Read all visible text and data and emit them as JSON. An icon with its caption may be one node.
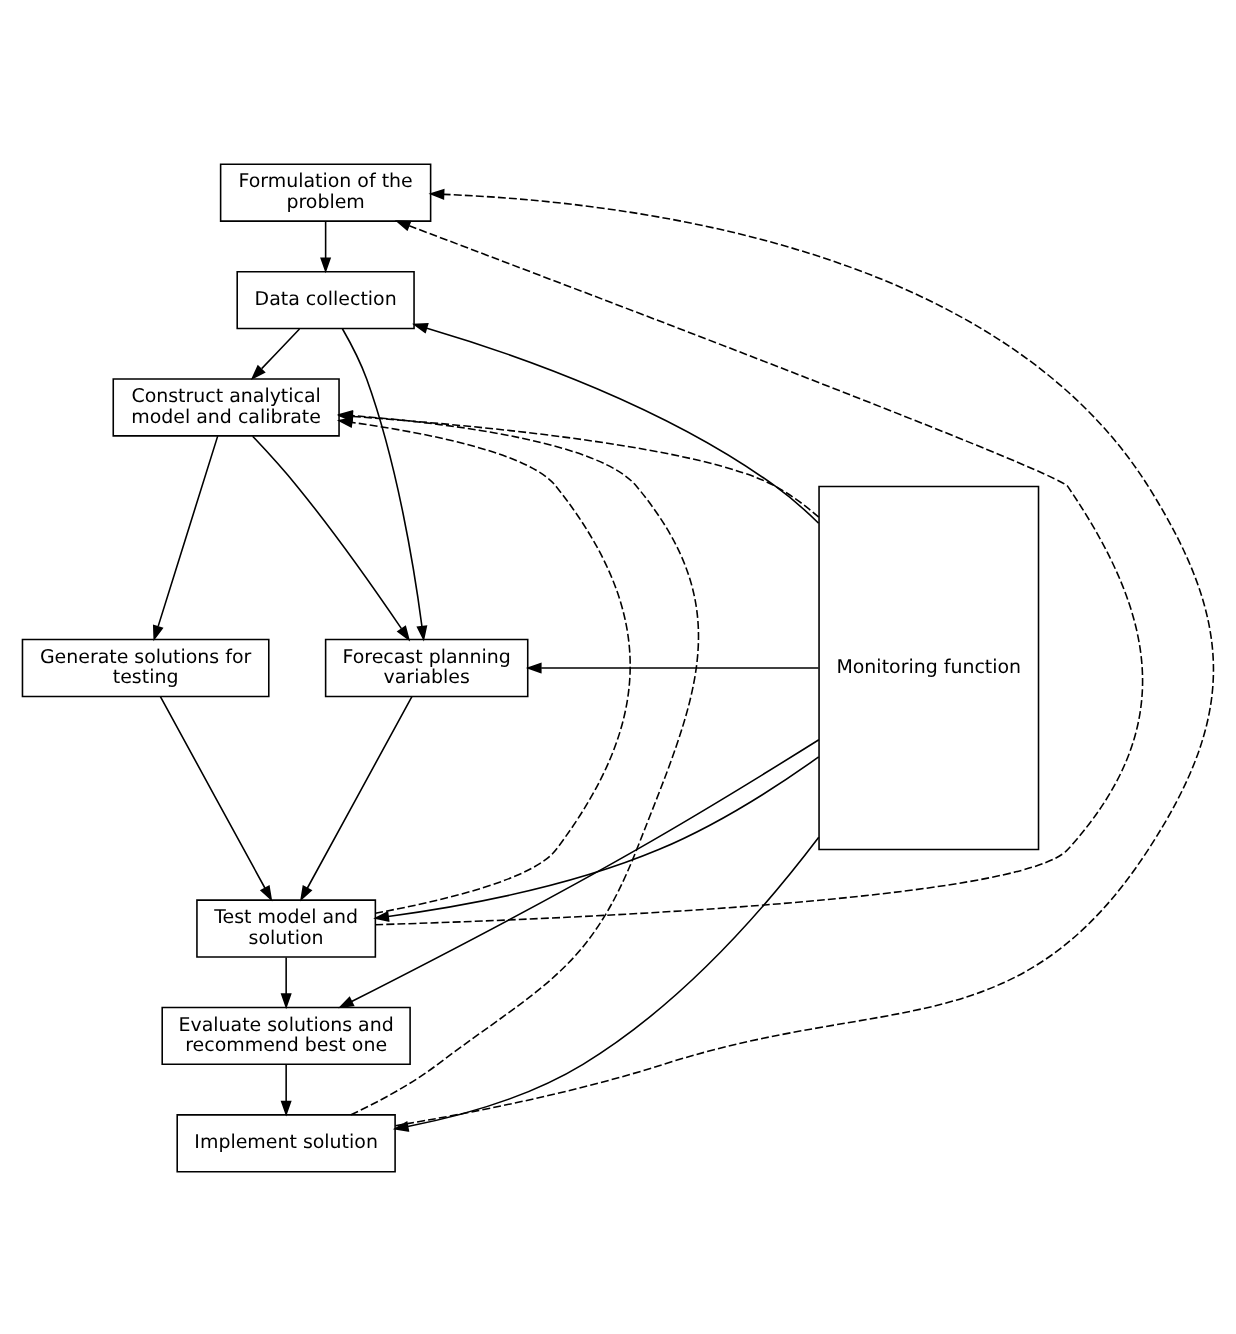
{
  "diagram": {
    "nodes": [
      {
        "text": [
          "Formulation of the problem"
        ]
      },
      {
        "text": [
          "Data collection"
        ]
      },
      {
        "text": [
          "Construct analytical model and calibrate"
        ]
      },
      {
        "text": [
          "Generate solutions for testing"
        ]
      },
      {
        "text": [
          "Forecast planning variables"
        ]
      },
      {
        "text": [
          "Test model and solution"
        ]
      },
      {
        "text": [
          "Evaluate solutions and recommend best one"
        ]
      },
      {
        "text": [
          "Implement solution"
        ]
      },
      {
        "text": [
          "Monitoring function"
        ]
      }
    ],
    "edges": [
      {
        "from": 0,
        "to": 1,
        "arrow": "to"
      },
      {
        "from": 1,
        "to": 2,
        "arrow": "to"
      },
      {
        "from": 1,
        "to": 4,
        "arrow": "to"
      },
      {
        "from": 2,
        "to": 3,
        "arrow": "to"
      },
      {
        "from": 2,
        "to": 4,
        "arrow": "to"
      },
      {
        "from": 3,
        "to": 5,
        "arrow": "to"
      },
      {
        "from": 4,
        "to": 5,
        "arrow": "to"
      },
      {
        "from": 5,
        "to": 6,
        "arrow": "to"
      },
      {
        "from": 6,
        "to": 7,
        "arrow": "to"
      },
      {
        "from": 8,
        "to": 1,
        "arrow": "to"
      },
      {
        "from": 8,
        "to": 2,
        "arrow": "to",
        "style": "dashed"
      },
      {
        "from": 8,
        "to": 4,
        "arrow": "to"
      },
      {
        "from": 8,
        "to": 5,
        "arrow": "to"
      },
      {
        "from": 8,
        "to": 6,
        "arrow": "to"
      },
      {
        "from": 8,
        "to": 7,
        "arrow": "to"
      },
      {
        "from": 5,
        "to": 0,
        "arrow": "to",
        "style": "dashed"
      },
      {
        "from": 5,
        "to": 2,
        "arrow": "to",
        "style": "dashed"
      },
      {
        "from": 7,
        "to": 0,
        "arrow": "to",
        "style": "dashed"
      },
      {
        "from": 7,
        "to": 2,
        "arrow": "to",
        "style": "dashed"
      }
    ]
  }
}
